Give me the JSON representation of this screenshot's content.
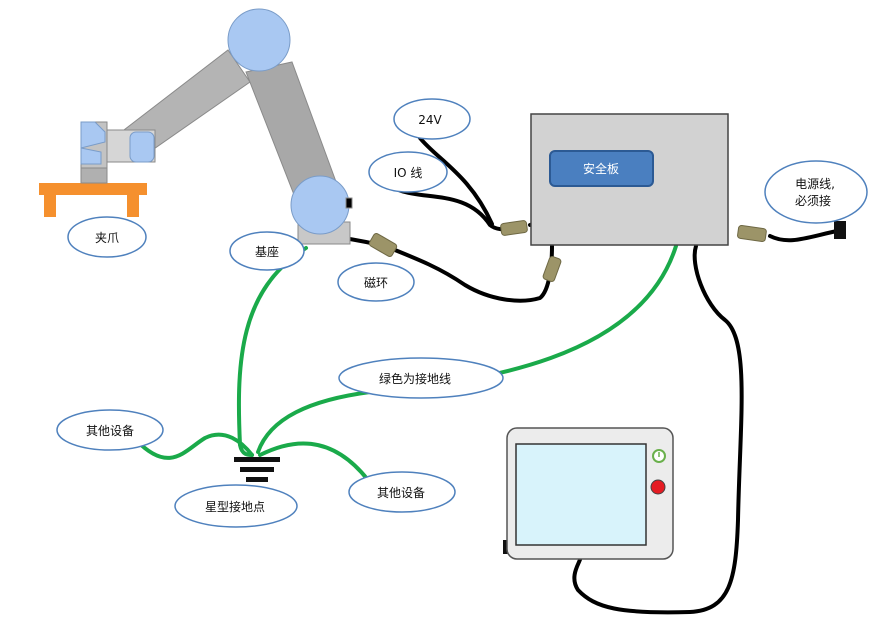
{
  "labels": {
    "gripper": "夹爪",
    "base": "基座",
    "ferrite": "磁环",
    "v24": "24V",
    "io_line": "IO 线",
    "safety_board": "安全板",
    "power_line_1": "电源线,",
    "power_line_2": "必须接",
    "ground_note": "绿色为接地线",
    "other_device_left": "其他设备",
    "other_device_right": "其他设备",
    "star_ground": "星型接地点"
  },
  "colors": {
    "ground_wire": "#1aaa4a",
    "cable": "#000000",
    "joint": "#a9c8f2",
    "link": "#b4b4b4",
    "table": "#f5902e",
    "control_box": "#d2d2d2",
    "safety_board": "#4a7fc0",
    "ferrite": "#9c9468",
    "pendant_screen": "#d8f3fb",
    "stop_button": "#e51c23",
    "power_button": "#6ab04c",
    "bubble_stroke": "#4f81bd"
  }
}
